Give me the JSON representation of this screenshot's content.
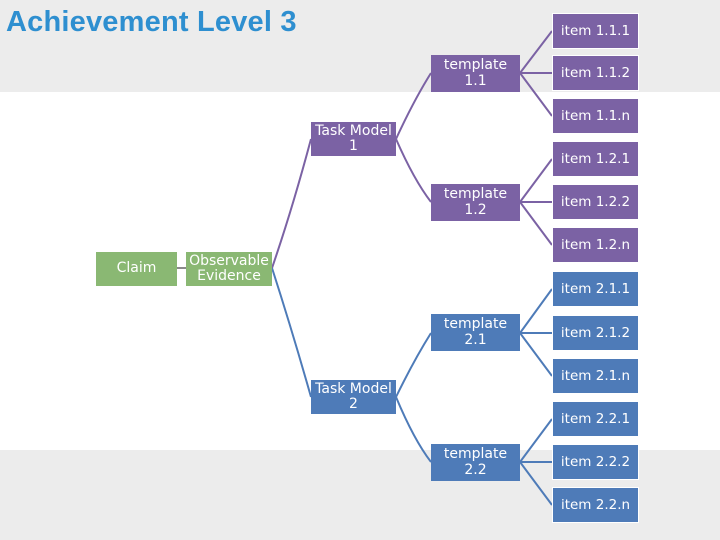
{
  "title": "Achievement Level 3",
  "colors": {
    "title": "#2e8fd0",
    "purple": "#7b62a4",
    "blue": "#4e7bb8",
    "green": "#8ab873"
  },
  "claim": "Claim",
  "observable_evidence": [
    "Observable",
    "Evidence"
  ],
  "task_models": [
    {
      "lines": [
        "Task Model",
        "1"
      ],
      "templates": [
        {
          "lines": [
            "template",
            "1.1"
          ],
          "items": [
            "item 1.1.1",
            "item 1.1.2",
            "item 1.1.n"
          ]
        },
        {
          "lines": [
            "template",
            "1.2"
          ],
          "items": [
            "item 1.2.1",
            "item 1.2.2",
            "item 1.2.n"
          ]
        }
      ]
    },
    {
      "lines": [
        "Task Model",
        "2"
      ],
      "templates": [
        {
          "lines": [
            "template",
            "2.1"
          ],
          "items": [
            "item 2.1.1",
            "item 2.1.2",
            "item 2.1.n"
          ]
        },
        {
          "lines": [
            "template",
            "2.2"
          ],
          "items": [
            "item 2.2.1",
            "item 2.2.2",
            "item 2.2.n"
          ]
        }
      ]
    }
  ]
}
